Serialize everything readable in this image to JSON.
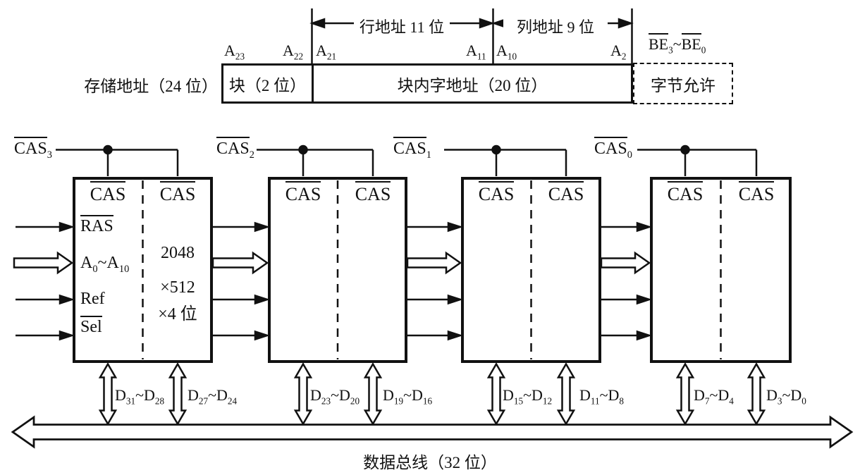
{
  "misc": {
    "tilde": "~"
  },
  "address_format": {
    "label": "存储地址（24 位）",
    "row_span_label": "行地址 11 位",
    "col_span_label": "列地址 9 位",
    "block_field": "块（2 位）",
    "word_field": "块内字地址（20 位）",
    "byte_enable_field": "字节允许",
    "bit_labels": [
      {
        "base": "A",
        "sub": "23"
      },
      {
        "base": "A",
        "sub": "22"
      },
      {
        "base": "A",
        "sub": "21"
      },
      {
        "base": "A",
        "sub": "11"
      },
      {
        "base": "A",
        "sub": "10"
      },
      {
        "base": "A",
        "sub": "2"
      }
    ],
    "byte_enable_signal": {
      "base": "BE",
      "sub_hi": "3",
      "base2": "BE",
      "sub_lo": "0"
    }
  },
  "chips": [
    {
      "cas_signal": {
        "base": "CAS",
        "sub": "3"
      },
      "cas_pin_left": "CAS",
      "cas_pin_right": "CAS",
      "pins": {
        "ras": "RAS",
        "addr": {
          "base": "A",
          "sub_lo": "0",
          "base2": "A",
          "sub_hi": "10"
        },
        "ref": "Ref",
        "sel": "Sel"
      },
      "capacity": {
        "line1": "2048",
        "line2": "×512",
        "line3": "×4 位"
      }
    },
    {
      "cas_signal": {
        "base": "CAS",
        "sub": "2"
      },
      "cas_pin_left": "CAS",
      "cas_pin_right": "CAS"
    },
    {
      "cas_signal": {
        "base": "CAS",
        "sub": "1"
      },
      "cas_pin_left": "CAS",
      "cas_pin_right": "CAS"
    },
    {
      "cas_signal": {
        "base": "CAS",
        "sub": "0"
      },
      "cas_pin_left": "CAS",
      "cas_pin_right": "CAS"
    }
  ],
  "data_bus": {
    "label": "数据总线（32 位）",
    "groups": [
      {
        "base": "D",
        "sub_hi": "31",
        "sub_lo": "28"
      },
      {
        "base": "D",
        "sub_hi": "27",
        "sub_lo": "24"
      },
      {
        "base": "D",
        "sub_hi": "23",
        "sub_lo": "20"
      },
      {
        "base": "D",
        "sub_hi": "19",
        "sub_lo": "16"
      },
      {
        "base": "D",
        "sub_hi": "15",
        "sub_lo": "12"
      },
      {
        "base": "D",
        "sub_hi": "11",
        "sub_lo": "8"
      },
      {
        "base": "D",
        "sub_hi": "7",
        "sub_lo": "4"
      },
      {
        "base": "D",
        "sub_hi": "3",
        "sub_lo": "0"
      }
    ]
  }
}
